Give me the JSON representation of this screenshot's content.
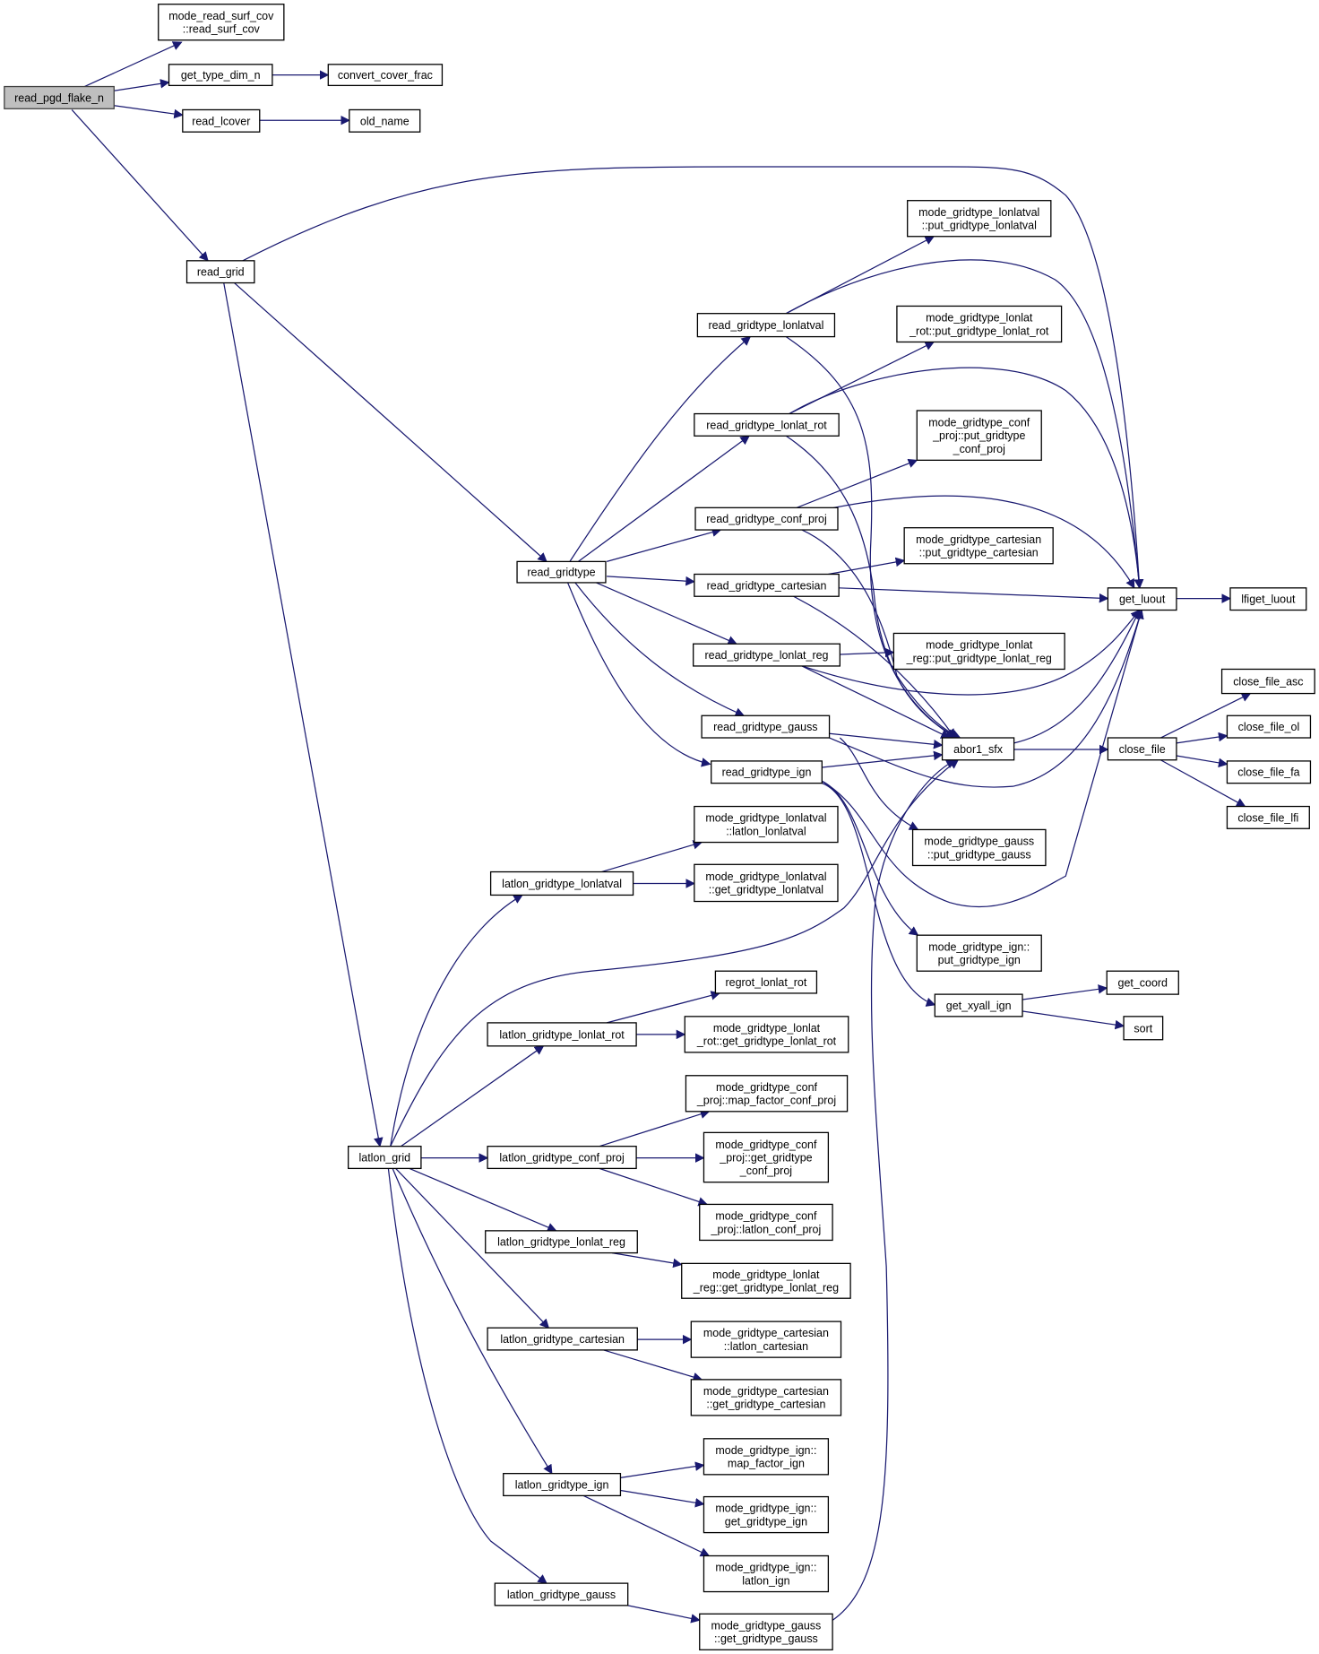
{
  "title": "read_pgd_flake_n call graph",
  "colors": {
    "edge": "#191970",
    "root_fill": "#bfbfbf",
    "node_fill": "#ffffff"
  },
  "nodes": [
    {
      "id": "read_pgd_flake_n",
      "lines": [
        "read_pgd_flake_n"
      ]
    },
    {
      "id": "read_surf_cov",
      "lines": [
        "mode_read_surf_cov",
        "::read_surf_cov"
      ]
    },
    {
      "id": "get_type_dim_n",
      "lines": [
        "get_type_dim_n"
      ]
    },
    {
      "id": "convert_cover_frac",
      "lines": [
        "convert_cover_frac"
      ]
    },
    {
      "id": "read_lcover",
      "lines": [
        "read_lcover"
      ]
    },
    {
      "id": "old_name",
      "lines": [
        "old_name"
      ]
    },
    {
      "id": "read_grid",
      "lines": [
        "read_grid"
      ]
    },
    {
      "id": "read_gridtype",
      "lines": [
        "read_gridtype"
      ]
    },
    {
      "id": "read_gridtype_lonlatval",
      "lines": [
        "read_gridtype_lonlatval"
      ]
    },
    {
      "id": "put_gridtype_lonlatval",
      "lines": [
        "mode_gridtype_lonlatval",
        "::put_gridtype_lonlatval"
      ]
    },
    {
      "id": "read_gridtype_lonlat_rot",
      "lines": [
        "read_gridtype_lonlat_rot"
      ]
    },
    {
      "id": "put_gridtype_lonlat_rot",
      "lines": [
        "mode_gridtype_lonlat",
        "_rot::put_gridtype_lonlat_rot"
      ]
    },
    {
      "id": "put_gridtype_conf_proj",
      "lines": [
        "mode_gridtype_conf",
        "_proj::put_gridtype",
        "_conf_proj"
      ]
    },
    {
      "id": "read_gridtype_conf_proj",
      "lines": [
        "read_gridtype_conf_proj"
      ]
    },
    {
      "id": "put_gridtype_cartesian",
      "lines": [
        "mode_gridtype_cartesian",
        "::put_gridtype_cartesian"
      ]
    },
    {
      "id": "read_gridtype_cartesian",
      "lines": [
        "read_gridtype_cartesian"
      ]
    },
    {
      "id": "get_luout",
      "lines": [
        "get_luout"
      ]
    },
    {
      "id": "lfiget_luout",
      "lines": [
        "lfiget_luout"
      ]
    },
    {
      "id": "read_gridtype_lonlat_reg",
      "lines": [
        "read_gridtype_lonlat_reg"
      ]
    },
    {
      "id": "put_gridtype_lonlat_reg",
      "lines": [
        "mode_gridtype_lonlat",
        "_reg::put_gridtype_lonlat_reg"
      ]
    },
    {
      "id": "read_gridtype_gauss",
      "lines": [
        "read_gridtype_gauss"
      ]
    },
    {
      "id": "abor1_sfx",
      "lines": [
        "abor1_sfx"
      ]
    },
    {
      "id": "close_file",
      "lines": [
        "close_file"
      ]
    },
    {
      "id": "close_file_asc",
      "lines": [
        "close_file_asc"
      ]
    },
    {
      "id": "close_file_ol",
      "lines": [
        "close_file_ol"
      ]
    },
    {
      "id": "close_file_fa",
      "lines": [
        "close_file_fa"
      ]
    },
    {
      "id": "close_file_lfi",
      "lines": [
        "close_file_lfi"
      ]
    },
    {
      "id": "read_gridtype_ign",
      "lines": [
        "read_gridtype_ign"
      ]
    },
    {
      "id": "put_gridtype_gauss",
      "lines": [
        "mode_gridtype_gauss",
        "::put_gridtype_gauss"
      ]
    },
    {
      "id": "latlon_lonlatval",
      "lines": [
        "mode_gridtype_lonlatval",
        "::latlon_lonlatval"
      ]
    },
    {
      "id": "latlon_gridtype_lonlatval",
      "lines": [
        "latlon_gridtype_lonlatval"
      ]
    },
    {
      "id": "get_gridtype_lonlatval",
      "lines": [
        "mode_gridtype_lonlatval",
        "::get_gridtype_lonlatval"
      ]
    },
    {
      "id": "put_gridtype_ign",
      "lines": [
        "mode_gridtype_ign::",
        "put_gridtype_ign"
      ]
    },
    {
      "id": "get_coord",
      "lines": [
        "get_coord"
      ]
    },
    {
      "id": "get_xyall_ign",
      "lines": [
        "get_xyall_ign"
      ]
    },
    {
      "id": "sort",
      "lines": [
        "sort"
      ]
    },
    {
      "id": "regrot_lonlat_rot",
      "lines": [
        "regrot_lonlat_rot"
      ]
    },
    {
      "id": "latlon_gridtype_lonlat_rot",
      "lines": [
        "latlon_gridtype_lonlat_rot"
      ]
    },
    {
      "id": "get_gridtype_lonlat_rot",
      "lines": [
        "mode_gridtype_lonlat",
        "_rot::get_gridtype_lonlat_rot"
      ]
    },
    {
      "id": "map_factor_conf_proj",
      "lines": [
        "mode_gridtype_conf",
        "_proj::map_factor_conf_proj"
      ]
    },
    {
      "id": "latlon_grid",
      "lines": [
        "latlon_grid"
      ]
    },
    {
      "id": "latlon_gridtype_conf_proj",
      "lines": [
        "latlon_gridtype_conf_proj"
      ]
    },
    {
      "id": "get_gridtype_conf_proj",
      "lines": [
        "mode_gridtype_conf",
        "_proj::get_gridtype",
        "_conf_proj"
      ]
    },
    {
      "id": "latlon_conf_proj",
      "lines": [
        "mode_gridtype_conf",
        "_proj::latlon_conf_proj"
      ]
    },
    {
      "id": "latlon_gridtype_lonlat_reg",
      "lines": [
        "latlon_gridtype_lonlat_reg"
      ]
    },
    {
      "id": "get_gridtype_lonlat_reg",
      "lines": [
        "mode_gridtype_lonlat",
        "_reg::get_gridtype_lonlat_reg"
      ]
    },
    {
      "id": "latlon_gridtype_cartesian",
      "lines": [
        "latlon_gridtype_cartesian"
      ]
    },
    {
      "id": "latlon_cartesian",
      "lines": [
        "mode_gridtype_cartesian",
        "::latlon_cartesian"
      ]
    },
    {
      "id": "get_gridtype_cartesian",
      "lines": [
        "mode_gridtype_cartesian",
        "::get_gridtype_cartesian"
      ]
    },
    {
      "id": "map_factor_ign",
      "lines": [
        "mode_gridtype_ign::",
        "map_factor_ign"
      ]
    },
    {
      "id": "latlon_gridtype_ign",
      "lines": [
        "latlon_gridtype_ign"
      ]
    },
    {
      "id": "get_gridtype_ign",
      "lines": [
        "mode_gridtype_ign::",
        "get_gridtype_ign"
      ]
    },
    {
      "id": "latlon_ign",
      "lines": [
        "mode_gridtype_ign::",
        "latlon_ign"
      ]
    },
    {
      "id": "latlon_gridtype_gauss",
      "lines": [
        "latlon_gridtype_gauss"
      ]
    },
    {
      "id": "get_gridtype_gauss",
      "lines": [
        "mode_gridtype_gauss",
        "::get_gridtype_gauss"
      ]
    }
  ]
}
